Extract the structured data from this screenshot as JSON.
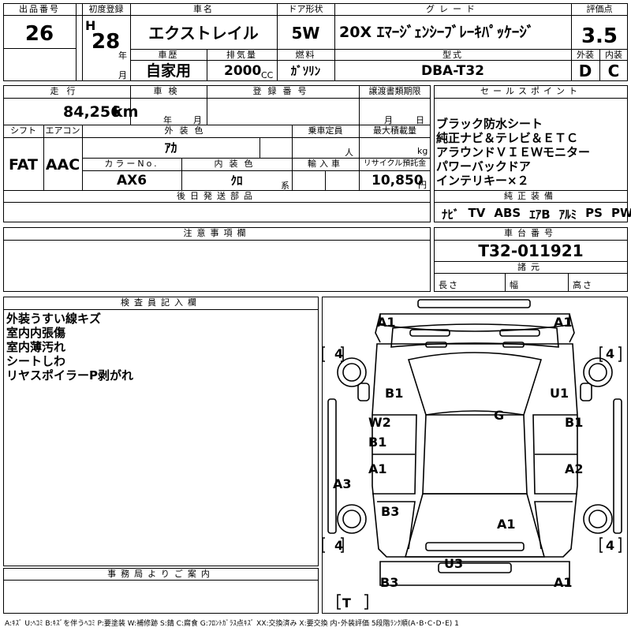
{
  "header": {
    "lot_label": "出品番号",
    "lot_no": "26",
    "first_reg_label": "初度登録",
    "era": "H",
    "reg_year": "28",
    "year_unit": "年",
    "month_unit": "月",
    "car_name_label": "車名",
    "car_name": "エクストレイル",
    "door_label": "ドア形状",
    "door": "5W",
    "grade_label": "グレード",
    "grade": "20X ｴﾏｰｼﾞｪﾝｼｰﾌﾞﾚｰｷﾊﾟｯｹｰｼﾞ",
    "score_label": "評価点",
    "score": "3.5",
    "history_label": "車歴",
    "history": "自家用",
    "displacement_label": "排気量",
    "displacement": "2000",
    "cc_unit": "CC",
    "fuel_label": "燃料",
    "fuel": "ｶﾞｿﾘﾝ",
    "model_label": "型式",
    "model": "DBA-T32",
    "exterior_label": "外装",
    "exterior": "D",
    "interior_label": "内装",
    "interior": "C"
  },
  "row2": {
    "mileage_label": "走行",
    "mileage": "84,256",
    "km_unit": "km",
    "inspection_label": "車検",
    "inspection_year_unit": "年",
    "inspection_month_unit": "月",
    "plate_label": "登録番号",
    "transfer_label": "譲渡書類期限",
    "transfer_month_unit": "月",
    "transfer_day_unit": "日",
    "shift_label": "シフト",
    "shift": "FAT",
    "ac_label": "エアコン",
    "ac": "AAC",
    "ext_color_label": "外装色",
    "ext_color": "ｱｶ",
    "capacity_label": "乗車定員",
    "capacity_unit": "人",
    "max_load_label": "最大積載量",
    "max_load_unit": "kg",
    "color_no_label": "カラーNo.",
    "color_no": "AX6",
    "int_color_label": "内装色",
    "int_color": "ｸﾛ",
    "int_color_unit": "系",
    "import_label": "輸入車",
    "recycle_label": "リサイクル預託金",
    "recycle": "10,850",
    "recycle_unit": "円",
    "later_parts_label": "後日発送部品"
  },
  "sales": {
    "label": "セールスポイント",
    "points": [
      "ブラック防水シート",
      "純正ナビ＆テレビ＆ＥＴＣ",
      "アラウンドＶＩＥＷモニター",
      "パワーバックドア",
      "インテリキー×２"
    ],
    "equip_label": "純正装備",
    "equipment": [
      "ﾅﾋﾞ",
      "TV",
      "ABS",
      "ｴｱB",
      "ｱﾙﾐ",
      "PS",
      "PW"
    ]
  },
  "caution": {
    "label": "注意事項欄"
  },
  "chassis": {
    "label": "車台番号",
    "number": "T32-011921",
    "spec_label": "諸元",
    "length_label": "長さ",
    "width_label": "幅",
    "height_label": "高さ"
  },
  "inspector": {
    "label": "検査員記入欄",
    "notes": [
      "外装うすい線キズ",
      "室内内張傷",
      "室内薄汚れ",
      "シートしわ",
      "リヤスポイラーP剥がれ"
    ]
  },
  "office": {
    "label": "事務局よりご案内"
  },
  "diagram": {
    "marks": {
      "front_left": "A1",
      "front_right": "A1",
      "tire_fl": "4",
      "tire_fr": "4",
      "tire_rl": "4",
      "tire_rr": "4",
      "fender_left": "B1",
      "fender_right": "U1",
      "roof": "G",
      "front_door_left_1": "W2",
      "front_door_left_2": "B1",
      "front_door_right": "B1",
      "rear_door_left": "A1",
      "rear_door_right": "A2",
      "rocker_left": "A3",
      "quarter_left": "B3",
      "tailgate_glass": "A1",
      "rear_bumper_center": "U3",
      "rear_left": "B3",
      "rear_right": "A1",
      "spare": "T"
    }
  },
  "legend": "A:ｷｽﾞ U:ﾍｺﾐ B:ｷｽﾞを伴うﾍｺﾐ P:要塗装 W:補修跡 S:錆 C:腐食 G:ﾌﾛﾝﾄｶﾞﾗｽ点ｷｽﾞ XX:交換済み X:要交換 内･外装評価 5段階ﾗﾝｸ順(A･B･C･D･E) 1"
}
